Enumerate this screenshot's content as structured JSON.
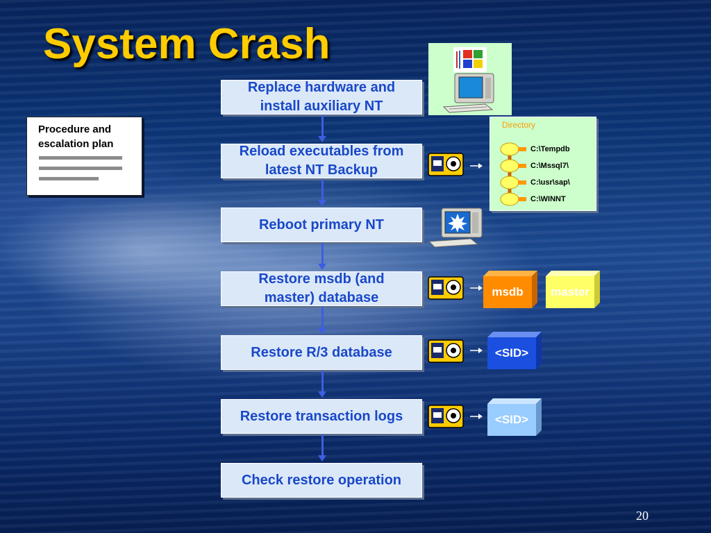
{
  "title": "System Crash",
  "procedure": {
    "label_line1": "Procedure and",
    "label_line2": "escalation plan"
  },
  "steps": [
    {
      "line1": "Replace hardware and",
      "line2": "install auxiliary NT"
    },
    {
      "line1": "Reload executables from",
      "line2": "latest NT Backup"
    },
    {
      "line1": "Reboot primary NT",
      "line2": ""
    },
    {
      "line1": "Restore msdb (and",
      "line2": "master) database"
    },
    {
      "line1": "Restore R/3 database",
      "line2": ""
    },
    {
      "line1": "Restore transaction logs",
      "line2": ""
    },
    {
      "line1": "Check restore operation",
      "line2": ""
    }
  ],
  "directory": {
    "title": "Directory",
    "paths": [
      "C:\\Tempdb",
      "C:\\Mssql7\\",
      "C:\\usr\\sap\\",
      "C:\\WINNT"
    ]
  },
  "databases": {
    "msdb": "msdb",
    "master": "master",
    "sid_primary": "<SID>",
    "sid_logs": "<SID>"
  },
  "colors": {
    "title": "#ffcc00",
    "step_text": "#1948c8",
    "step_bg": "#dbe8f8",
    "msdb_cube": "#ff8c00",
    "master_cube": "#ffff66",
    "sid_cube": "#1a4fe0",
    "sid_logs_cube": "#99ccff",
    "directory_bg": "#ccffcc"
  },
  "icons": {
    "pc": "computer-with-windows-logo-icon",
    "tape": "tape-cartridge-icon",
    "reboot": "crashed-computer-icon",
    "folder": "folder-node-icon"
  },
  "page_number": "20"
}
